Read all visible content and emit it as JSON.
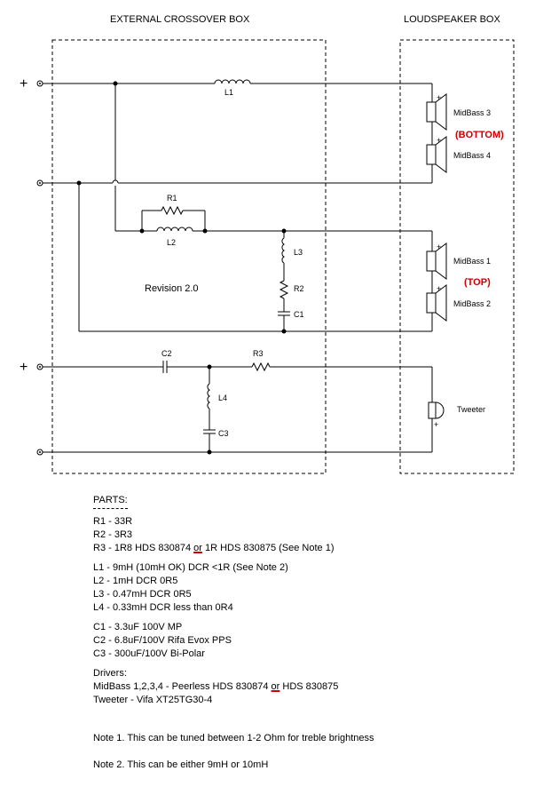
{
  "headers": {
    "crossover_box": "EXTERNAL CROSSOVER BOX",
    "speaker_box": "LOUDSPEAKER BOX"
  },
  "components": {
    "L1": "L1",
    "R1": "R1",
    "L2": "L2",
    "L3": "L3",
    "R2": "R2",
    "C1": "C1",
    "C2": "C2",
    "R3": "R3",
    "L4": "L4",
    "C3": "C3"
  },
  "drivers_labels": {
    "midbass3": "MidBass 3",
    "bottom": "(BOTTOM)",
    "midbass4": "MidBass 4",
    "midbass1": "MidBass 1",
    "top": "(TOP)",
    "midbass2": "MidBass 2",
    "tweeter": "Tweeter",
    "plus": "+"
  },
  "revision": "Revision 2.0",
  "terminals": {
    "plus": "+"
  },
  "parts": {
    "title": "PARTS:",
    "r1": "R1 - 33R",
    "r2": "R2 - 3R3",
    "r3_a": "R3 - 1R8 HDS 830874 ",
    "r3_or": "or",
    "r3_b": "  1R HDS 830875  (See Note 1)",
    "l1": "L1 - 9mH (10mH OK) DCR <1R  (See Note 2)",
    "l2": "L2 - 1mH DCR 0R5",
    "l3": "L3 - 0.47mH DCR 0R5",
    "l4": "L4 - 0.33mH DCR less than 0R4",
    "c1": "C1 - 3.3uF 100V MP",
    "c2": "C2 - 6.8uF/100V Rifa Evox PPS",
    "c3": "C3 - 300uF/100V Bi-Polar",
    "drivers_title": "Drivers:",
    "midbass_a": "MidBass 1,2,3,4 - Peerless HDS 830874 ",
    "midbass_or": "or",
    "midbass_b": " HDS 830875",
    "tweeter": "Tweeter - Vifa XT25TG30-4",
    "note1": "Note 1. This can be tuned between 1-2 Ohm for treble brightness",
    "note2": "Note 2. This can be either 9mH or 10mH"
  },
  "colors": {
    "accent": "#cc0000"
  }
}
